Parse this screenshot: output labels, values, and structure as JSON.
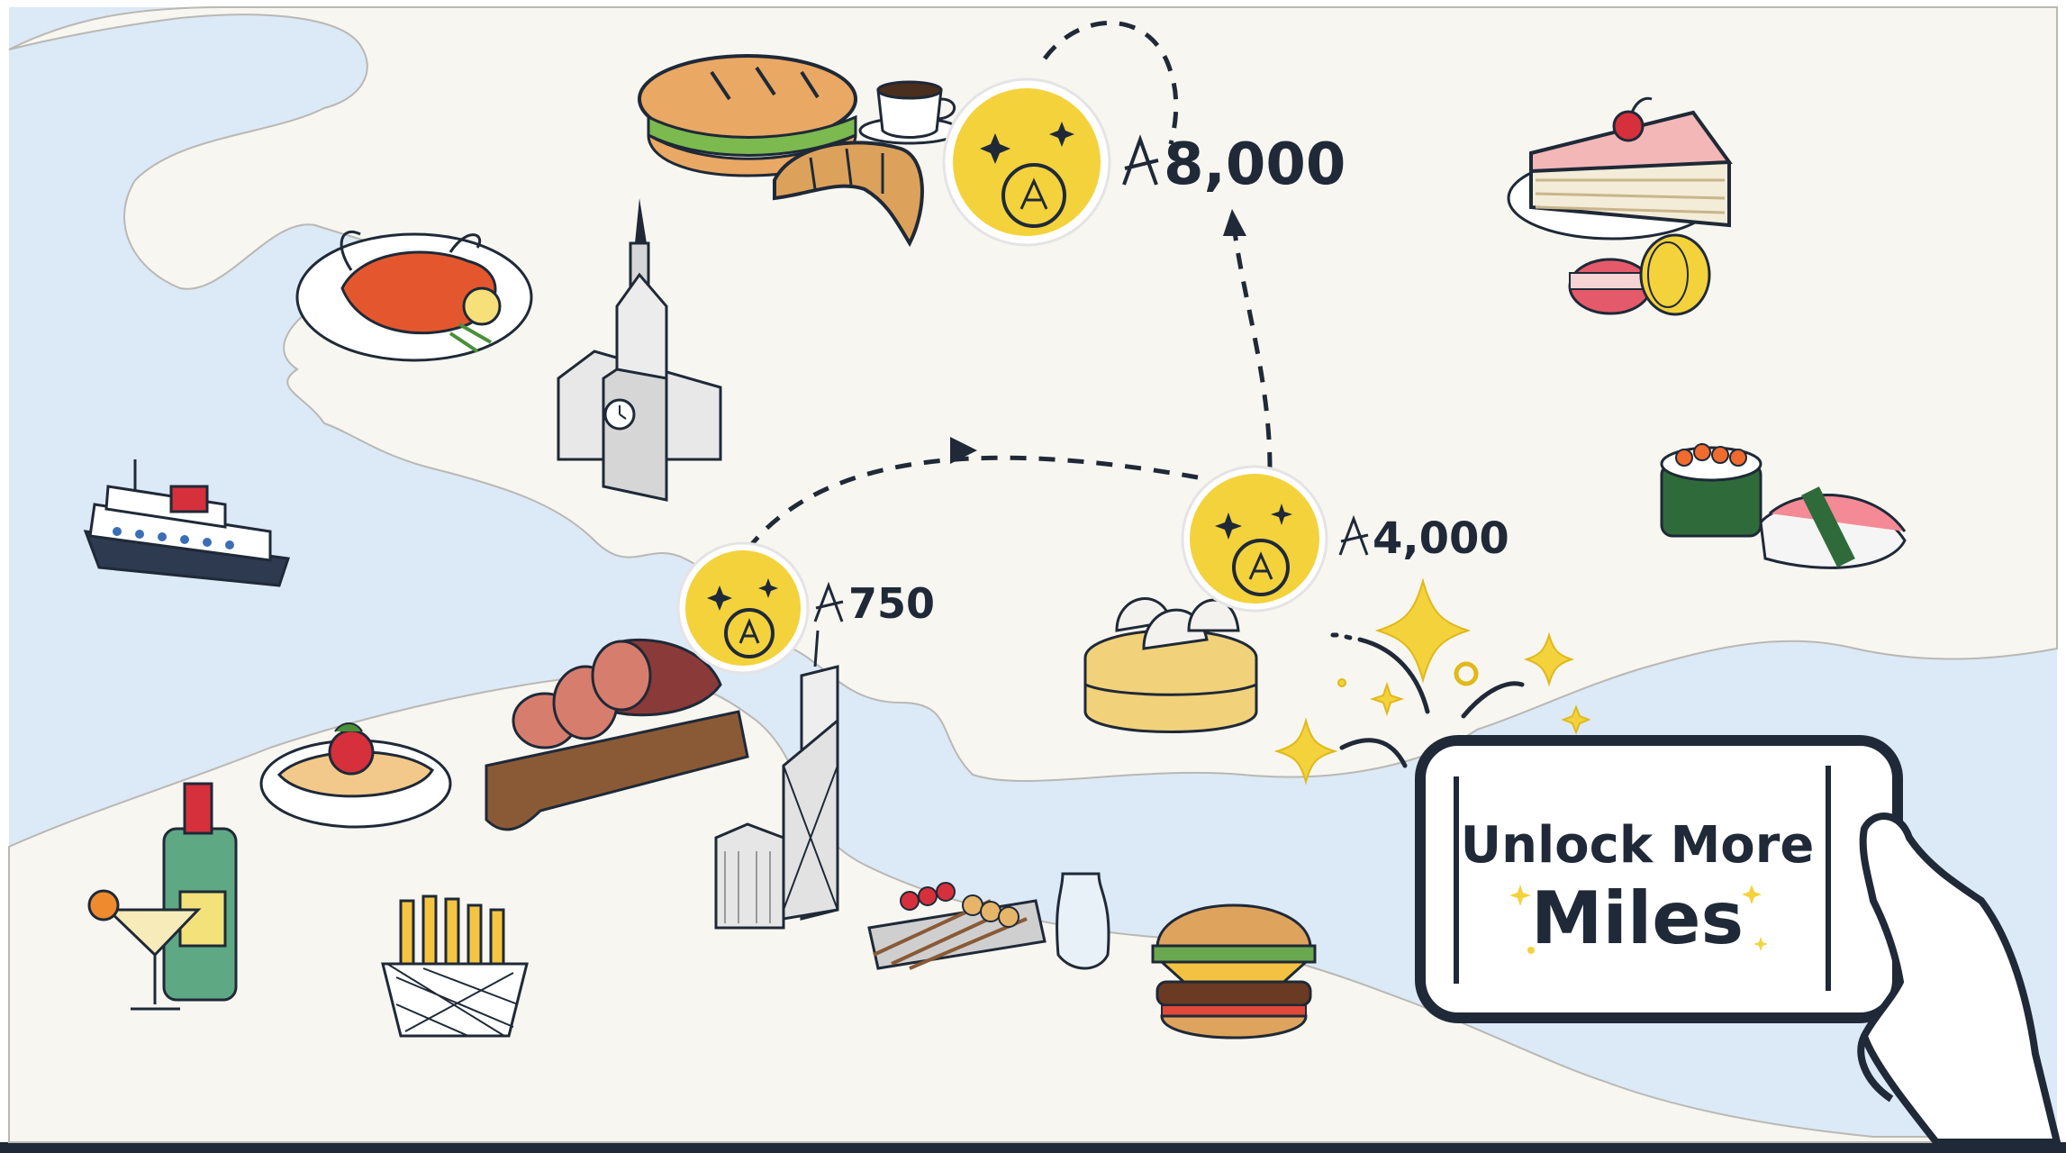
{
  "milestones": [
    {
      "value": "750"
    },
    {
      "value": "4,000"
    },
    {
      "value": "8,000"
    }
  ],
  "phone": {
    "line1": "Unlock More",
    "line2": "Miles"
  },
  "colors": {
    "water": "#dce9f7",
    "land": "#f7f6f1",
    "coin": "#f3d23c",
    "ink": "#1f2937",
    "sparkle": "#f0cf2a"
  }
}
